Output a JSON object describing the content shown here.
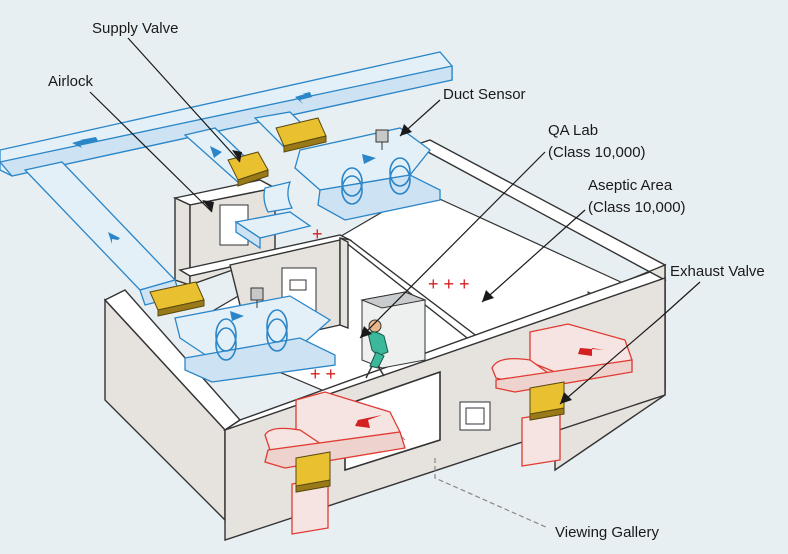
{
  "labels": {
    "supply_valve": "Supply Valve",
    "airlock": "Airlock",
    "duct_sensor": "Duct Sensor",
    "qa_lab_line1": "QA Lab",
    "qa_lab_line2": "(Class 10,000)",
    "aseptic_line1": "Aseptic Area",
    "aseptic_line2": "(Class 10,000)",
    "exhaust_valve": "Exhaust Valve",
    "viewing_gallery": "Viewing Gallery"
  },
  "pressure_marks": {
    "airlock": "+",
    "aseptic": "+ + +",
    "qa_lab": "+ +"
  },
  "colors": {
    "background": "#e8eff2",
    "supply_duct": "#2a86c8",
    "exhaust_duct": "#e03a32",
    "pressure_mark": "#d42020",
    "valve": "#e8c030"
  },
  "icons": {
    "supply_flow": "arrow-icon",
    "exhaust_flow": "arrow-icon",
    "sensor": "duct-sensor-icon",
    "technician": "person-icon"
  }
}
